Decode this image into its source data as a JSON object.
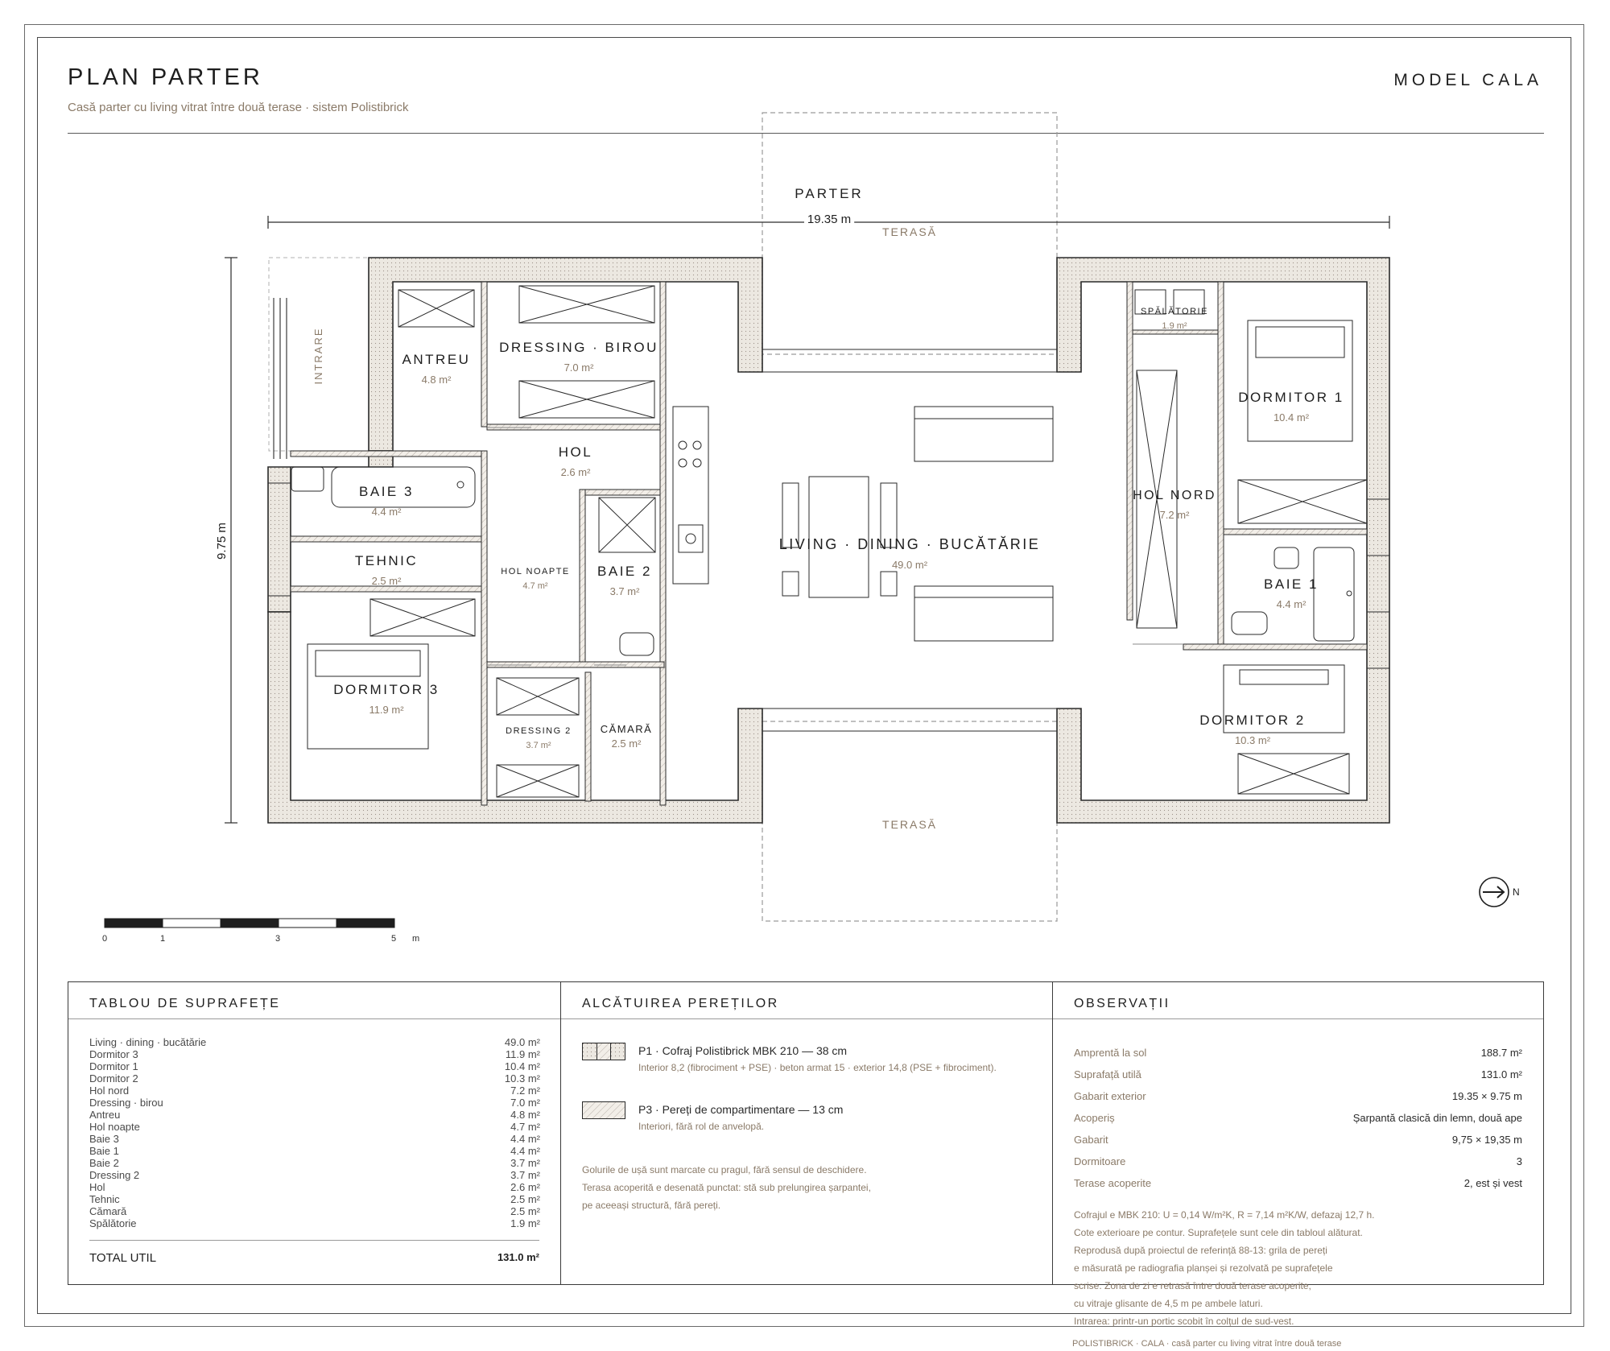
{
  "header": {
    "title": "PLAN PARTER",
    "subtitle": "Casă parter cu living vitrat între două terase · sistem Polistibrick",
    "model": "MODEL CALA"
  },
  "plan": {
    "level_label": "PARTER",
    "width_dim": "19.35 m",
    "height_dim": "9.75 m",
    "terrace_north": "TERASĂ",
    "terrace_south": "TERASĂ",
    "entrance": "INTRARE",
    "north": "N",
    "scale_ticks": [
      "0",
      "1",
      "3",
      "5"
    ],
    "scale_unit": "m",
    "rooms": [
      {
        "key": "antreu",
        "name": "ANTREU",
        "area": "4.8 m²"
      },
      {
        "key": "dressing-birou",
        "name": "DRESSING · BIROU",
        "area": "7.0 m²"
      },
      {
        "key": "hol",
        "name": "HOL",
        "area": "2.6 m²"
      },
      {
        "key": "baie-3",
        "name": "BAIE 3",
        "area": "4.4 m²"
      },
      {
        "key": "tehnic",
        "name": "TEHNIC",
        "area": "2.5 m²"
      },
      {
        "key": "hol-noapte",
        "name": "HOL NOAPTE",
        "area": "4.7 m²"
      },
      {
        "key": "baie-2",
        "name": "BAIE 2",
        "area": "3.7 m²"
      },
      {
        "key": "dormitor-3",
        "name": "DORMITOR 3",
        "area": "11.9 m²"
      },
      {
        "key": "dressing-2",
        "name": "DRESSING 2",
        "area": "3.7 m²"
      },
      {
        "key": "camara",
        "name": "CĂMARĂ",
        "area": "2.5 m²"
      },
      {
        "key": "living",
        "name": "LIVING · DINING · BUCĂTĂRIE",
        "area": "49.0 m²"
      },
      {
        "key": "spalatorie",
        "name": "SPĂLĂTORIE",
        "area": "1.9 m²"
      },
      {
        "key": "dormitor-1",
        "name": "DORMITOR 1",
        "area": "10.4 m²"
      },
      {
        "key": "hol-nord",
        "name": "HOL NORD",
        "area": "7.2 m²"
      },
      {
        "key": "baie-1",
        "name": "BAIE 1",
        "area": "4.4 m²"
      },
      {
        "key": "dormitor-2",
        "name": "DORMITOR 2",
        "area": "10.3 m²"
      }
    ]
  },
  "areas": {
    "title": "TABLOU DE SUPRAFEȚE",
    "rows": [
      {
        "label": "Living · dining · bucătărie",
        "value": "49.0 m²"
      },
      {
        "label": "Dormitor 3",
        "value": "11.9 m²"
      },
      {
        "label": "Dormitor 1",
        "value": "10.4 m²"
      },
      {
        "label": "Dormitor 2",
        "value": "10.3 m²"
      },
      {
        "label": "Hol nord",
        "value": "7.2 m²"
      },
      {
        "label": "Dressing · birou",
        "value": "7.0 m²"
      },
      {
        "label": "Antreu",
        "value": "4.8 m²"
      },
      {
        "label": "Hol noapte",
        "value": "4.7 m²"
      },
      {
        "label": "Baie 3",
        "value": "4.4 m²"
      },
      {
        "label": "Baie 1",
        "value": "4.4 m²"
      },
      {
        "label": "Baie 2",
        "value": "3.7 m²"
      },
      {
        "label": "Dressing 2",
        "value": "3.7 m²"
      },
      {
        "label": "Hol",
        "value": "2.6 m²"
      },
      {
        "label": "Tehnic",
        "value": "2.5 m²"
      },
      {
        "label": "Cămară",
        "value": "2.5 m²"
      },
      {
        "label": "Spălătorie",
        "value": "1.9 m²"
      }
    ],
    "total_label": "TOTAL UTIL",
    "total_value": "131.0 m²"
  },
  "walls": {
    "title": "ALCĂTUIREA PEREȚILOR",
    "p1_title": "P1 · Cofraj Polistibrick MBK 210 — 38 cm",
    "p1_desc": "Interior 8,2 (fibrociment + PSE) · beton armat 15 · exterior 14,8 (PSE + fibrociment).",
    "p3_title": "P3 · Pereți de compartimentare — 13 cm",
    "p3_desc": "Interiori, fără rol de anvelopă.",
    "notes": [
      "Golurile de ușă sunt marcate cu pragul, fără sensul de deschidere.",
      "Terasa acoperită e desenată punctat: stă sub prelungirea șarpantei,",
      "pe aceeași structură, fără pereți."
    ]
  },
  "observations": {
    "title": "OBSERVAȚII",
    "rows": [
      {
        "label": "Amprentă la sol",
        "value": "188.7 m²"
      },
      {
        "label": "Suprafață utilă",
        "value": "131.0 m²"
      },
      {
        "label": "Gabarit exterior",
        "value": "19.35 × 9.75 m"
      },
      {
        "label": "Acoperiș",
        "value": "Șarpantă clasică din lemn, două ape"
      },
      {
        "label": "Gabarit",
        "value": "9,75 × 19,35 m"
      },
      {
        "label": "Dormitoare",
        "value": "3"
      },
      {
        "label": "Terase acoperite",
        "value": "2, est și vest"
      }
    ],
    "notes": [
      "Cofrajul e MBK 210: U = 0,14 W/m²K, R = 7,14 m²K/W, defazaj 12,7 h.",
      "Cote exterioare pe contur. Suprafețele sunt cele din tabloul alăturat.",
      "Reprodusă după proiectul de referință 88-13: grila de pereți",
      "e măsurată pe radiografia planșei și rezolvată pe suprafețele",
      "scrise. Zona de zi e retrasă între două terase acoperite,",
      "cu vitraje glisante de 4,5 m pe ambele laturi.",
      "Intrarea: printr-un portic scobit în colțul de sud-vest."
    ]
  },
  "footer": "POLISTIBRICK · CALA · casă parter cu living vitrat între două terase",
  "colors": {
    "wall_fill": "#e7e2da",
    "accent_text": "#8a7a68",
    "line": "#2a2a2a"
  }
}
